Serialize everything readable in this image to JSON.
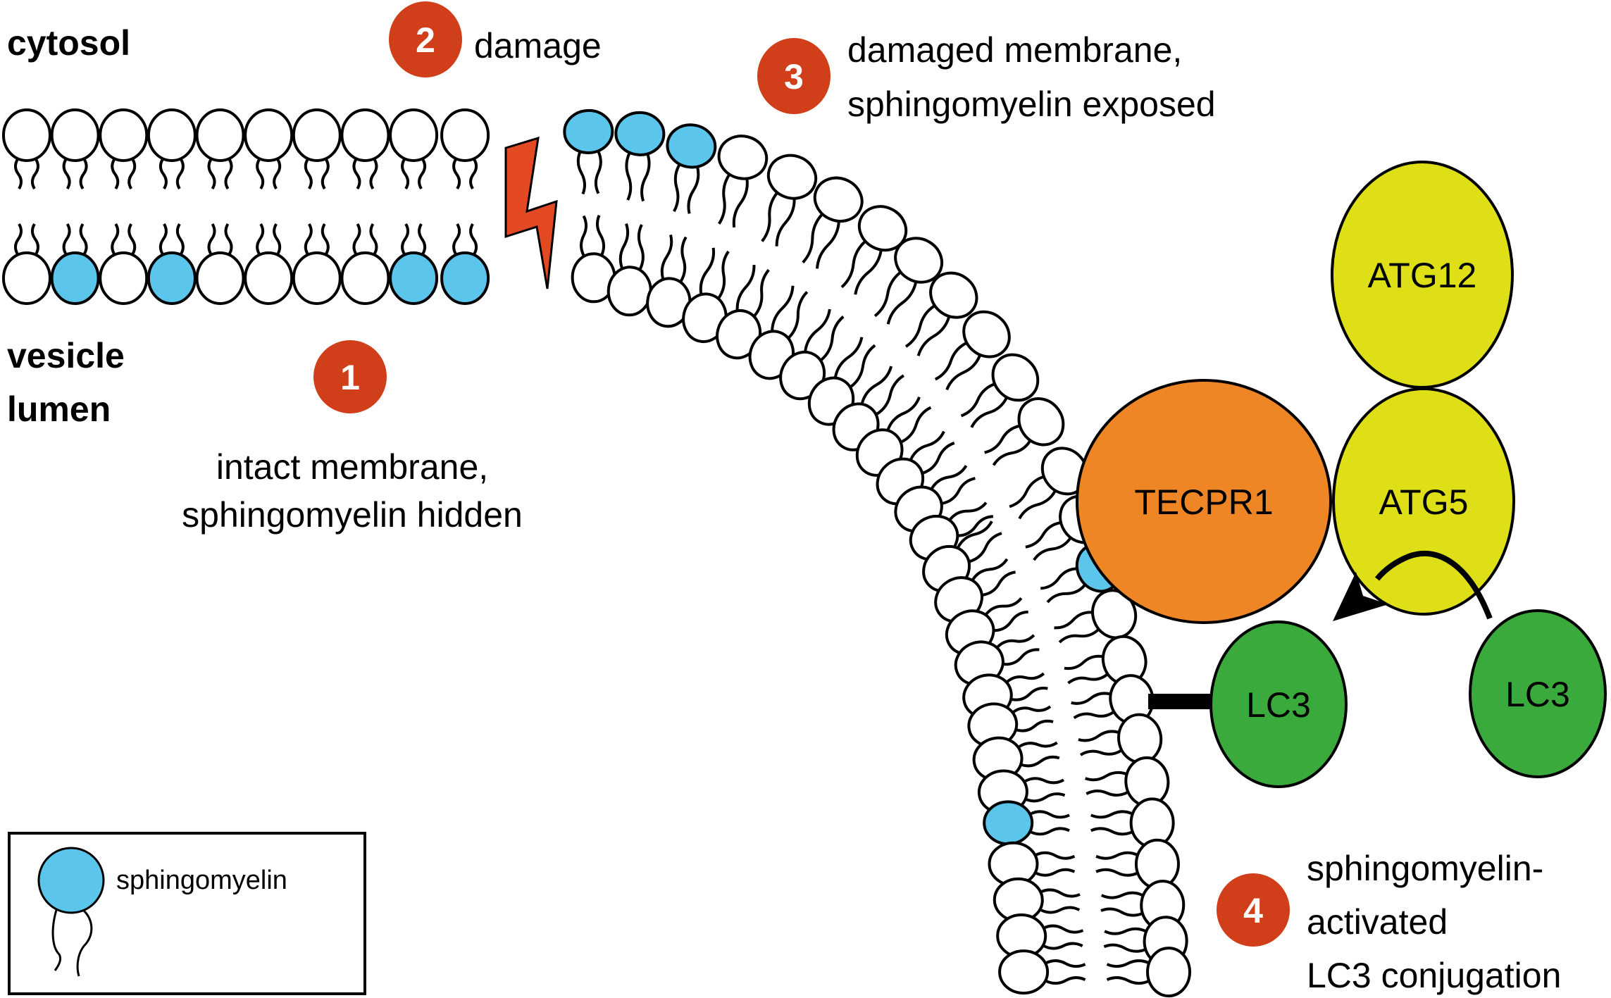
{
  "regions": {
    "cytosol": "cytosol",
    "lumen_line1": "vesicle",
    "lumen_line2": "lumen"
  },
  "steps": [
    {
      "number": "1",
      "lines": [
        "intact membrane,",
        "sphingomyelin hidden"
      ]
    },
    {
      "number": "2",
      "lines": [
        "damage"
      ]
    },
    {
      "number": "3",
      "lines": [
        "damaged membrane,",
        "sphingomyelin exposed"
      ]
    },
    {
      "number": "4",
      "lines": [
        "sphingomyelin-",
        "activated",
        "LC3 conjugation"
      ]
    }
  ],
  "proteins": {
    "tecpr1": "TECPR1",
    "atg5": "ATG5",
    "atg12": "ATG12",
    "lc3_conjugated": "LC3",
    "lc3_free": "LC3"
  },
  "legend": {
    "sphingomyelin": "sphingomyelin"
  },
  "colors": {
    "badge": "#D03E1A",
    "bolt": "#E34A24",
    "sphingomyelin": "#5BC5EC",
    "tecpr1": "#EE8626",
    "atg": "#DEDF16",
    "lc3": "#3AAA3C",
    "lipid_head": "#FFFFFF",
    "stroke": "#000000"
  },
  "icons": {
    "damage": "lightning-bolt-icon",
    "conjugation_arrow": "curved-arrow-icon"
  }
}
